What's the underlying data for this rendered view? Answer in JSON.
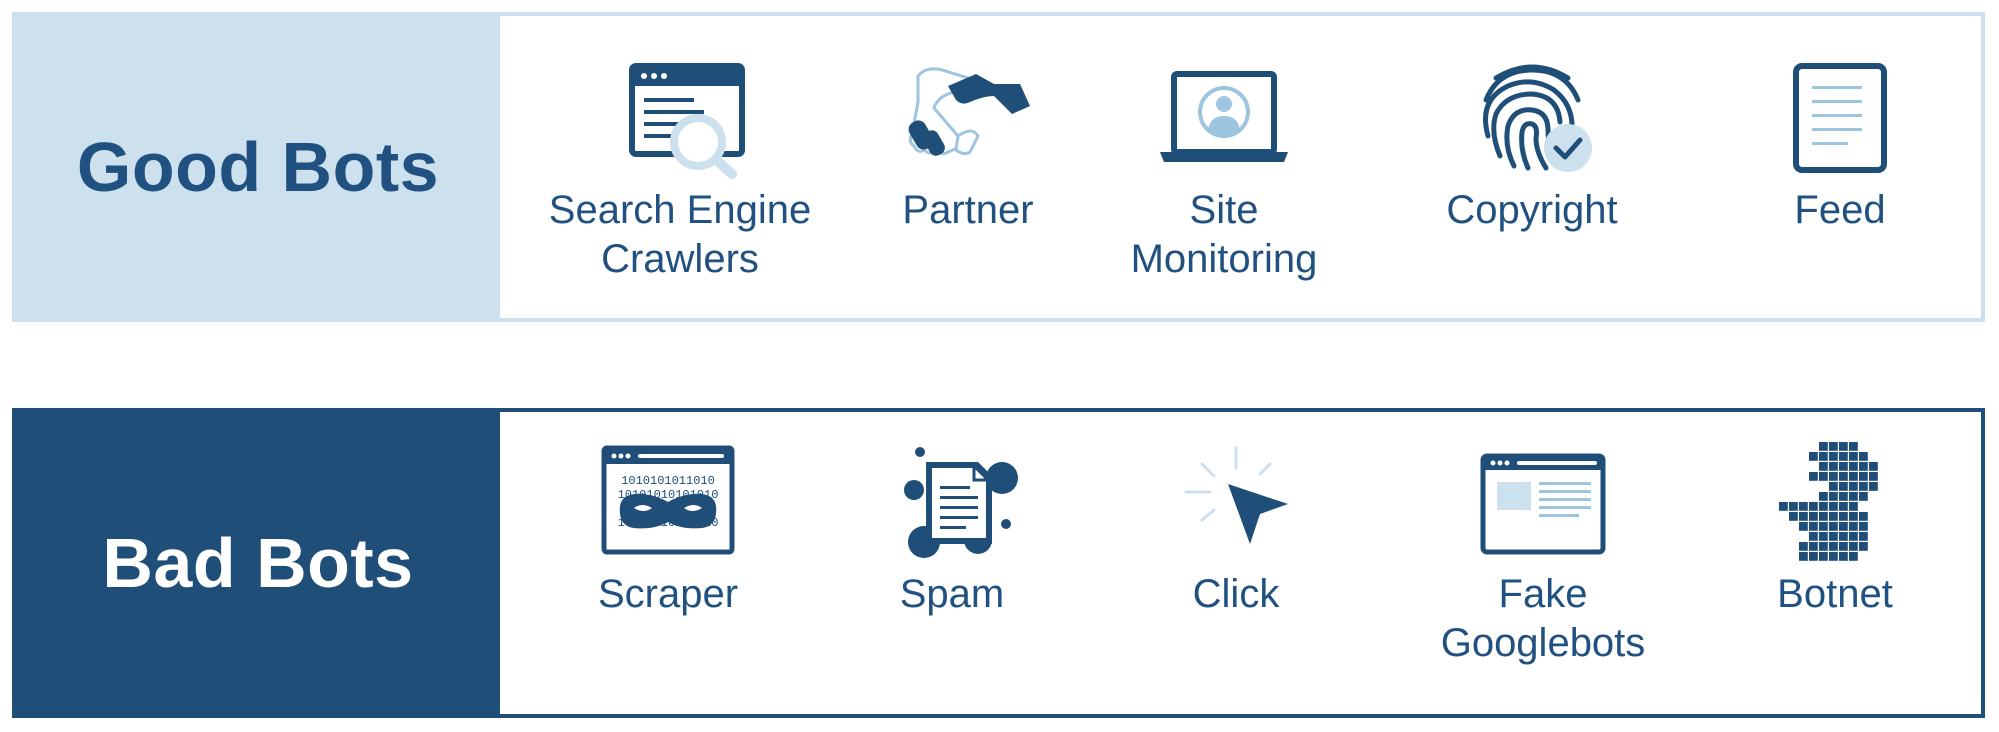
{
  "good": {
    "title": "Good Bots",
    "items": [
      {
        "label_lines": [
          "Search Engine",
          "Crawlers"
        ],
        "icon": "search-browser-icon"
      },
      {
        "label_lines": [
          "Partner",
          ""
        ],
        "icon": "handshake-icon"
      },
      {
        "label_lines": [
          "Site",
          "Monitoring"
        ],
        "icon": "laptop-user-icon"
      },
      {
        "label_lines": [
          "Copyright",
          ""
        ],
        "icon": "fingerprint-check-icon"
      },
      {
        "label_lines": [
          "Feed",
          ""
        ],
        "icon": "document-icon"
      }
    ]
  },
  "bad": {
    "title": "Bad Bots",
    "items": [
      {
        "label_lines": [
          "Scraper",
          ""
        ],
        "icon": "masked-binary-browser-icon"
      },
      {
        "label_lines": [
          "Spam",
          ""
        ],
        "icon": "spam-document-icon"
      },
      {
        "label_lines": [
          "Click",
          ""
        ],
        "icon": "cursor-click-icon"
      },
      {
        "label_lines": [
          "Fake",
          "Googlebots"
        ],
        "icon": "fake-browser-icon"
      },
      {
        "label_lines": [
          "Botnet",
          ""
        ],
        "icon": "botnet-grid-icon"
      }
    ]
  },
  "icon_binary_text": [
    "1010101011010",
    "10101010101010",
    "101010101010",
    "10101010101010"
  ],
  "colors": {
    "dark_blue": "#1f4e79",
    "light_blue": "#cde0ee",
    "text_blue": "#215180",
    "accent_light": "#9ec5e0"
  }
}
